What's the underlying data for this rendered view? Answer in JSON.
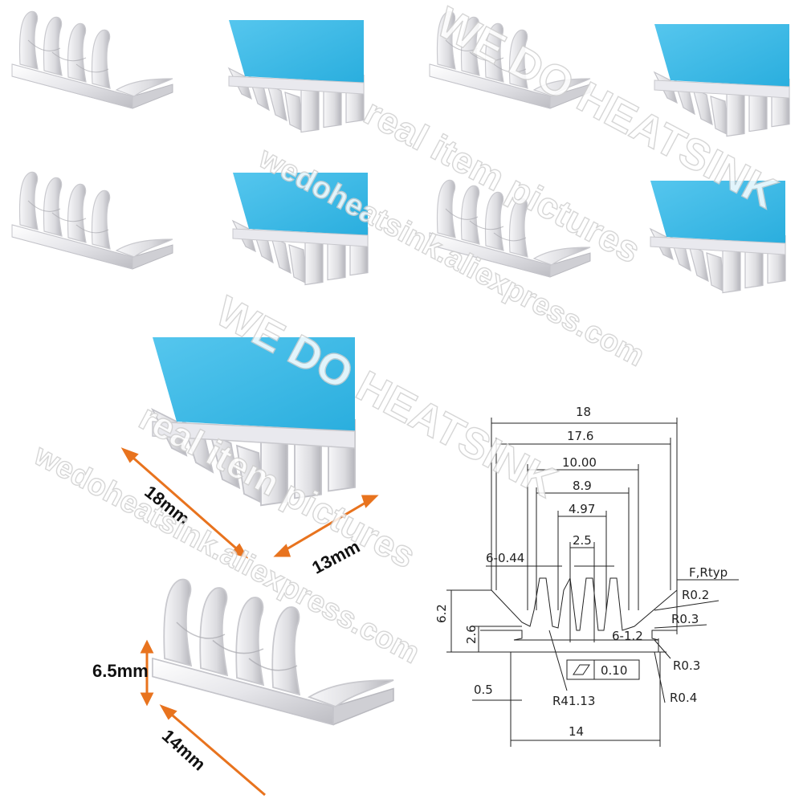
{
  "product": {
    "pad_color": "#3db9e6",
    "metal_color": "#e9e9ec",
    "arrow_color": "#e8731e"
  },
  "size_labels": {
    "length": "18mm",
    "width": "13mm",
    "height": "6.5mm",
    "depth": "14mm"
  },
  "drawing": {
    "width_total": "18",
    "width_inner": "17.6",
    "fin_span": "10.00",
    "fin_span_inner": "8.9",
    "fin_pitch_span": "4.97",
    "center_gap": "2.5",
    "fin_thickness": "6-0.44",
    "fillet": "F,Rtyp",
    "r_top": "R0.2",
    "r_mid": "R0.3",
    "base_step": "6-1.2",
    "r_base": "R0.3",
    "r_corner": "R0.4",
    "height_total": "6.2",
    "base_height": "2.6",
    "flatness": "0.10",
    "base_thin": "0.5",
    "radius_bottom": "R41.13",
    "base_width": "14"
  },
  "watermarks": {
    "brand": "WE DO HEATSINK",
    "tagline": "real item pictures",
    "url": "wedoheatsink.aliexpress.com"
  }
}
